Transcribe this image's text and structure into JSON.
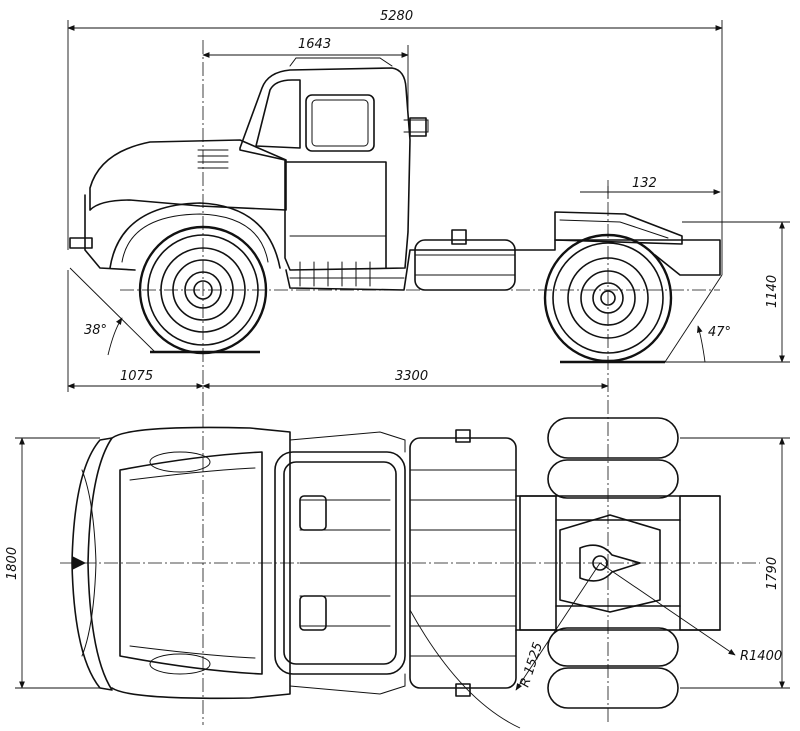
{
  "dimensions": {
    "overall_length": "5280",
    "cab_length": "1643",
    "rear_overhang": "132",
    "front_overhang": "1075",
    "wheelbase": "3300",
    "coupling_height": "1140",
    "front_approach_angle": "38°",
    "rear_departure_angle": "47°",
    "front_track": "1800",
    "rear_track": "1790",
    "front_turn_radius": "R 1525",
    "rear_turn_radius": "R1400"
  }
}
